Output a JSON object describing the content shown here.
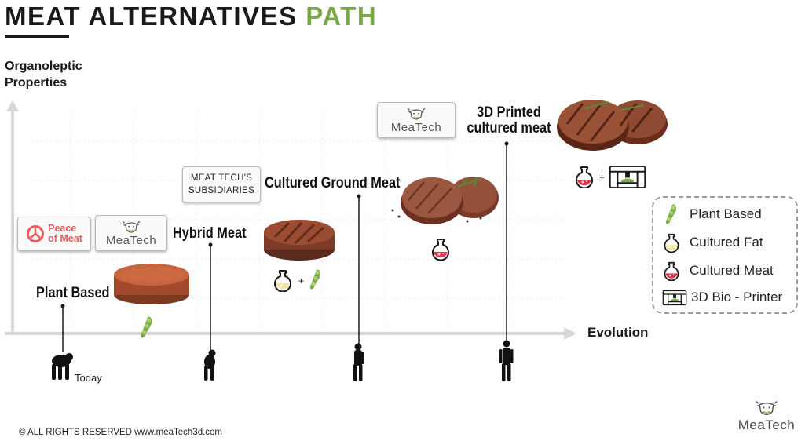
{
  "title": {
    "main": "MEAT ALTERNATIVES ",
    "accent": "PATH"
  },
  "axes": {
    "y_label_line1": "Organoleptic",
    "y_label_line2": "Properties",
    "x_label": "Evolution"
  },
  "stages": [
    {
      "label": "Plant Based",
      "marker": "Today"
    },
    {
      "label": "Hybrid Meat"
    },
    {
      "label": "Cultured Ground Meat"
    },
    {
      "label_line1": "3D Printed",
      "label_line2": "cultured meat"
    }
  ],
  "logos": {
    "peace_line1": "Peace",
    "peace_line2": "of Meat",
    "meatech_a": "MeaTech",
    "meatech_b": "MeaTech",
    "subsidiaries_line1": "MEAT TECH'S",
    "subsidiaries_line2": "SUBSIDIARIES",
    "corner": "MeaTech"
  },
  "legend": [
    {
      "label": "Plant Based",
      "icon": "edamame-pod-icon"
    },
    {
      "label": "Cultured Fat",
      "icon": "yellow-flask-icon"
    },
    {
      "label": "Cultured Meat",
      "icon": "red-flask-icon"
    },
    {
      "label": "3D Bio - Printer",
      "icon": "bioprinter-icon"
    }
  ],
  "footer": "© ALL RIGHTS RESERVED  www.meaTech3d.com",
  "colors": {
    "accent_green": "#7ba84a",
    "peace_red": "#e85c5c",
    "cultured_meat_red": "#e0324f",
    "cultured_fat_yellow": "#f4e39a"
  }
}
